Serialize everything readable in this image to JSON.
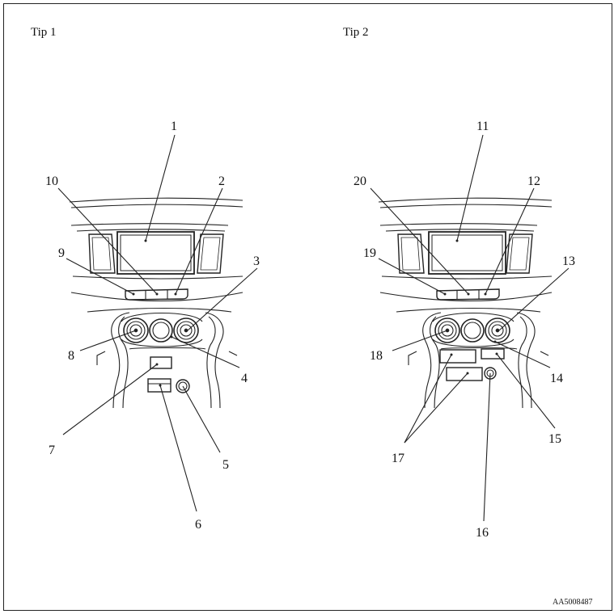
{
  "titles": {
    "left": "Tip 1",
    "right": "Tip 2"
  },
  "code": "AA5008487",
  "callouts": {
    "c1": "1",
    "c2": "2",
    "c3": "3",
    "c4": "4",
    "c5": "5",
    "c6": "6",
    "c7": "7",
    "c8": "8",
    "c9": "9",
    "c10": "10",
    "c11": "11",
    "c12": "12",
    "c13": "13",
    "c14": "14",
    "c15": "15",
    "c16": "16",
    "c17": "17",
    "c18": "18",
    "c19": "19",
    "c20": "20"
  }
}
